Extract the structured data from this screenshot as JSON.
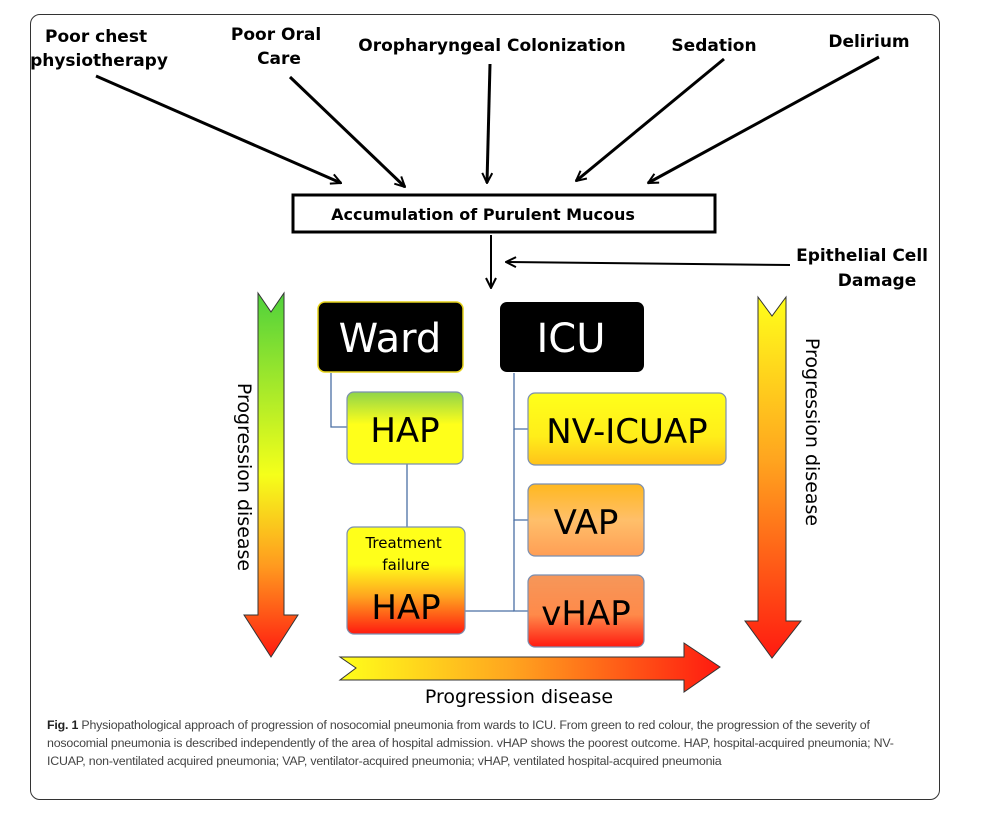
{
  "figure": {
    "risk_factors": [
      {
        "id": "poor-chest-physiotherapy",
        "lines": [
          "Poor chest",
          "physiotherapy"
        ]
      },
      {
        "id": "poor-oral-care",
        "lines": [
          "Poor Oral",
          "Care"
        ]
      },
      {
        "id": "oropharyngeal-colonization",
        "lines": [
          "Oropharyngeal Colonization"
        ]
      },
      {
        "id": "sedation",
        "lines": [
          "Sedation"
        ]
      },
      {
        "id": "delirium",
        "lines": [
          "Delirium"
        ]
      }
    ],
    "central_box": "Accumulation of Purulent Mucous",
    "epithelial": [
      "Epithelial Cell",
      "Damage"
    ],
    "ward_label": "Ward",
    "icu_label": "ICU",
    "ward_nodes": {
      "hap": "HAP",
      "treatment_failure": [
        "Treatment",
        "failure"
      ],
      "treatment_failure_hap": "HAP"
    },
    "icu_nodes": [
      "NV-ICUAP",
      "VAP",
      "vHAP"
    ],
    "progression_left": "Progression disease",
    "progression_right": "Progression disease",
    "progression_bottom": "Progression disease",
    "colors": {
      "green": "#4fd13c",
      "yellow": "#ffff1a",
      "orange": "#ff9a1f",
      "red": "#ff1a10",
      "black": "#000000",
      "connector": "#4a6fa5"
    }
  },
  "caption": {
    "label": "Fig. 1",
    "text": "Physiopathological approach of progression of nosocomial pneumonia from wards to ICU. From green to red colour, the progression of the severity of nosocomial pneumonia is described independently of the area of hospital admission. vHAP shows the poorest outcome. HAP, hospital-acquired pneumonia; NV-ICUAP, non-ventilated acquired pneumonia; VAP, ventilator-acquired pneumonia; vHAP, ventilated hospital-acquired pneumonia"
  }
}
